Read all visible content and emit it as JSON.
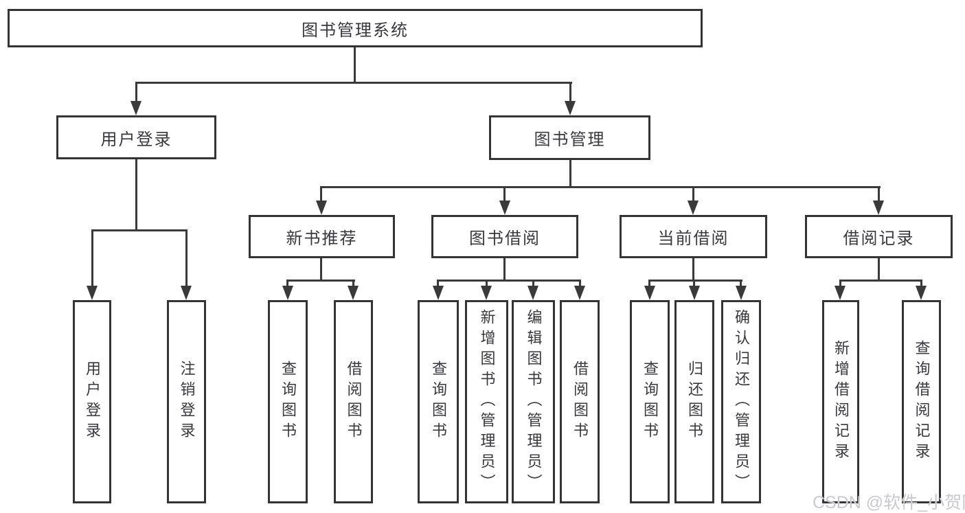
{
  "diagram": {
    "root": {
      "label": "图书管理系统"
    },
    "branches": [
      {
        "label": "用户登录",
        "children": [
          {
            "label": "用户登录"
          },
          {
            "label": "注销登录"
          }
        ]
      },
      {
        "label": "图书管理",
        "children": [
          {
            "label": "新书推荐",
            "children": [
              {
                "label": "查询图书"
              },
              {
                "label": "借阅图书"
              }
            ]
          },
          {
            "label": "图书借阅",
            "children": [
              {
                "label": "查询图书"
              },
              {
                "label": "新增图书（管理员）"
              },
              {
                "label": "编辑图书（管理员）"
              },
              {
                "label": "借阅图书"
              }
            ]
          },
          {
            "label": "当前借阅",
            "children": [
              {
                "label": "查询图书"
              },
              {
                "label": "归还图书"
              },
              {
                "label": "确认归还（管理员）"
              }
            ]
          },
          {
            "label": "借阅记录",
            "children": [
              {
                "label": "新增借阅记录"
              },
              {
                "label": "查询借阅记录"
              }
            ]
          }
        ]
      }
    ],
    "watermark": "CSDN @软件_小贺同学",
    "colors": {
      "line": "#3a3a3a",
      "box_border": "#343434",
      "text": "#39393d",
      "watermark": "#c9c9cf",
      "background": "#ffffff"
    }
  }
}
